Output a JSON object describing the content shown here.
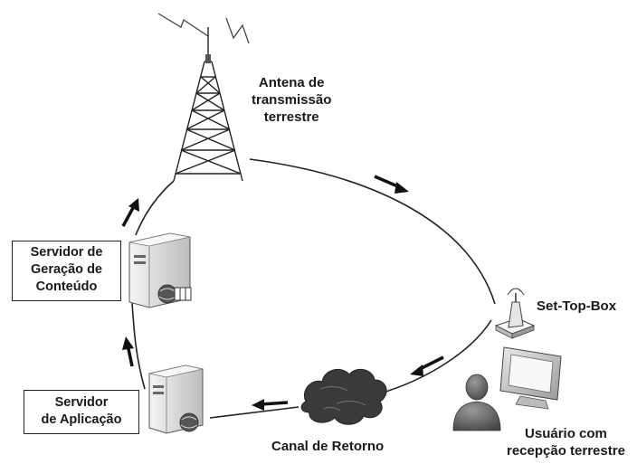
{
  "labels": {
    "antenna": [
      "Antena de",
      "transmissão",
      "terrestre"
    ],
    "set_top_box": "Set-Top-Box",
    "user": [
      "Usuário com",
      "recepção terrestre"
    ],
    "return_channel": "Canal de Retorno",
    "content_server": [
      "Servidor de",
      "Geração de",
      "Conteúdo"
    ],
    "app_server": [
      "Servidor",
      "de Aplicação"
    ]
  },
  "colors": {
    "ring": "#222222",
    "arrow": "#111111",
    "cloud": "#3a3a3a",
    "server_body": "#e8e8e8"
  }
}
